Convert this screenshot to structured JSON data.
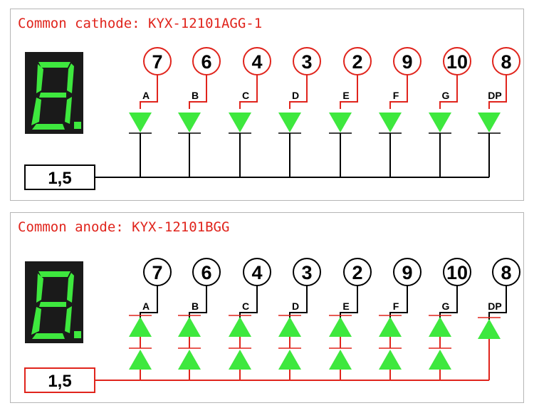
{
  "top": {
    "title": "Common cathode: KYX-12101AGG-1",
    "common_pin_label": "1,5",
    "wire_color": "#000000",
    "circle_color": "#e0241c",
    "pin_wire_color": "#e0241c",
    "segments": [
      {
        "pin": "7",
        "label": "A"
      },
      {
        "pin": "6",
        "label": "B"
      },
      {
        "pin": "4",
        "label": "C"
      },
      {
        "pin": "3",
        "label": "D"
      },
      {
        "pin": "2",
        "label": "E"
      },
      {
        "pin": "9",
        "label": "F"
      },
      {
        "pin": "10",
        "label": "G"
      },
      {
        "pin": "8",
        "label": "DP"
      }
    ]
  },
  "bottom": {
    "title": "Common anode: KYX-12101BGG",
    "common_pin_label": "1,5",
    "wire_color": "#e0241c",
    "circle_color": "#000000",
    "pin_wire_color": "#000000",
    "segments": [
      {
        "pin": "7",
        "label": "A"
      },
      {
        "pin": "6",
        "label": "B"
      },
      {
        "pin": "4",
        "label": "C"
      },
      {
        "pin": "3",
        "label": "D"
      },
      {
        "pin": "2",
        "label": "E"
      },
      {
        "pin": "9",
        "label": "F"
      },
      {
        "pin": "10",
        "label": "G"
      },
      {
        "pin": "8",
        "label": "DP"
      }
    ]
  },
  "colors": {
    "led_green": "#3ee83e",
    "display_bg": "#1a1a1a",
    "title_red": "#e0241c"
  }
}
